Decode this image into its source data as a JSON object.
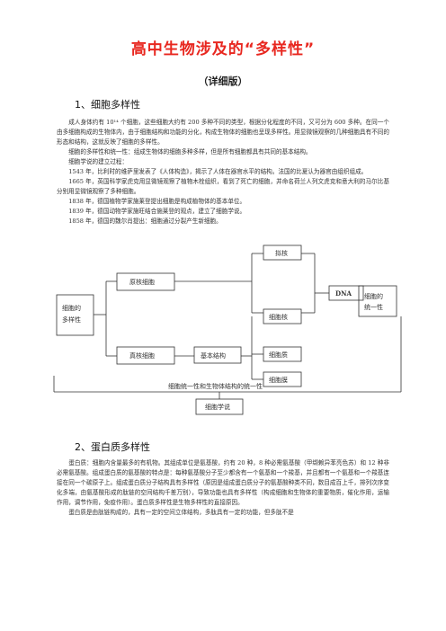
{
  "title": "高中生物涉及的“多样性”",
  "subtitle": "（详细版）",
  "section1": {
    "heading": "1、细胞多样性",
    "paragraphs": [
      "成人身体约有 10¹⁴ 个细胞，这些细胞大约有 200 多种不同的类型，根据分化程度的不同，又可分为 600 多种。在同一个由多细胞构成的生物体内，由于细胞结构和功能的分化，构成生物体的细胞也呈现多样性。用显微镜观察的几种细胞具有不同的形态和结构，这就反映了细胞的多样性。",
      "细胞的多样性和统一性：组成生物体的细胞多种多样，但是所有细胞都具有共同的基本结构。",
      "细胞学说的建立过程：",
      "1543 年，比利时的维萨里发表了《人体构造》，揭示了人体在器官水平的结构。法国的比夏认为器官由组织组成。",
      "1665 年，英国科学家虎克用显微镜观察了植物木栓组织，看到了死亡的细胞，并命名荷兰人列文虎克和意大利的马尔比基分别用显微镜观察了多种细胞。",
      "1838 年，德国植物学家施莱登提出细胞是构成植物体的基本单位。",
      "1839 年，德国动物学家施旺结合施莱登的观点，建立了细胞学说。",
      "1858 年，德国的魏尔肖提出：细胞通过分裂产生新细胞。"
    ]
  },
  "diagram": {
    "diversity": [
      "细胞的",
      "多样性"
    ],
    "prokaryote": "原核细胞",
    "eukaryote": "真核细胞",
    "nucleoid": "拟核",
    "dna": "DNA",
    "unity": [
      "细胞的",
      "统一性"
    ],
    "nucleus": "细胞核",
    "basic_structure": "基本结构",
    "cytoplasm": "细胞质",
    "membrane": "细胞膜",
    "unity_statement": "细胞统一性和生物体结构的统一性",
    "cell_theory": "细胞学说"
  },
  "section2": {
    "heading": "2、蛋白质多样性",
    "paragraphs": [
      "蛋白质：细胞内含量最多的有机物。其组成单位是氨基酸，约有 20 种，8 种必需氨基酸（甲缬赖异苯亮色苏）和 12 种非必需氨基酸。组成蛋白质的氨基酸的特点是：每种氨基酸分子至少都含有一个氨基和一个羧基，并且都有一个氨基和一个羧基连接在同一个碳原子上。组成蛋白质分子结构具有多样性（原因是组成蛋白质分子的氨基酸种类不同，数目成百上千，排列次序变化多端，由氨基酸形成的肽链的空间结构千差万别），导致功能也具有多样性（构成细胞和生物体的重要物质，催化作用，运输作用，调节作用，免疫作用）。蛋白质多样性是生物多样性的直接原因。",
      "蛋白质是由肽链构成的，具有一定的空间立体结构，多肽具有一定的功能，但多肽不是"
    ]
  }
}
